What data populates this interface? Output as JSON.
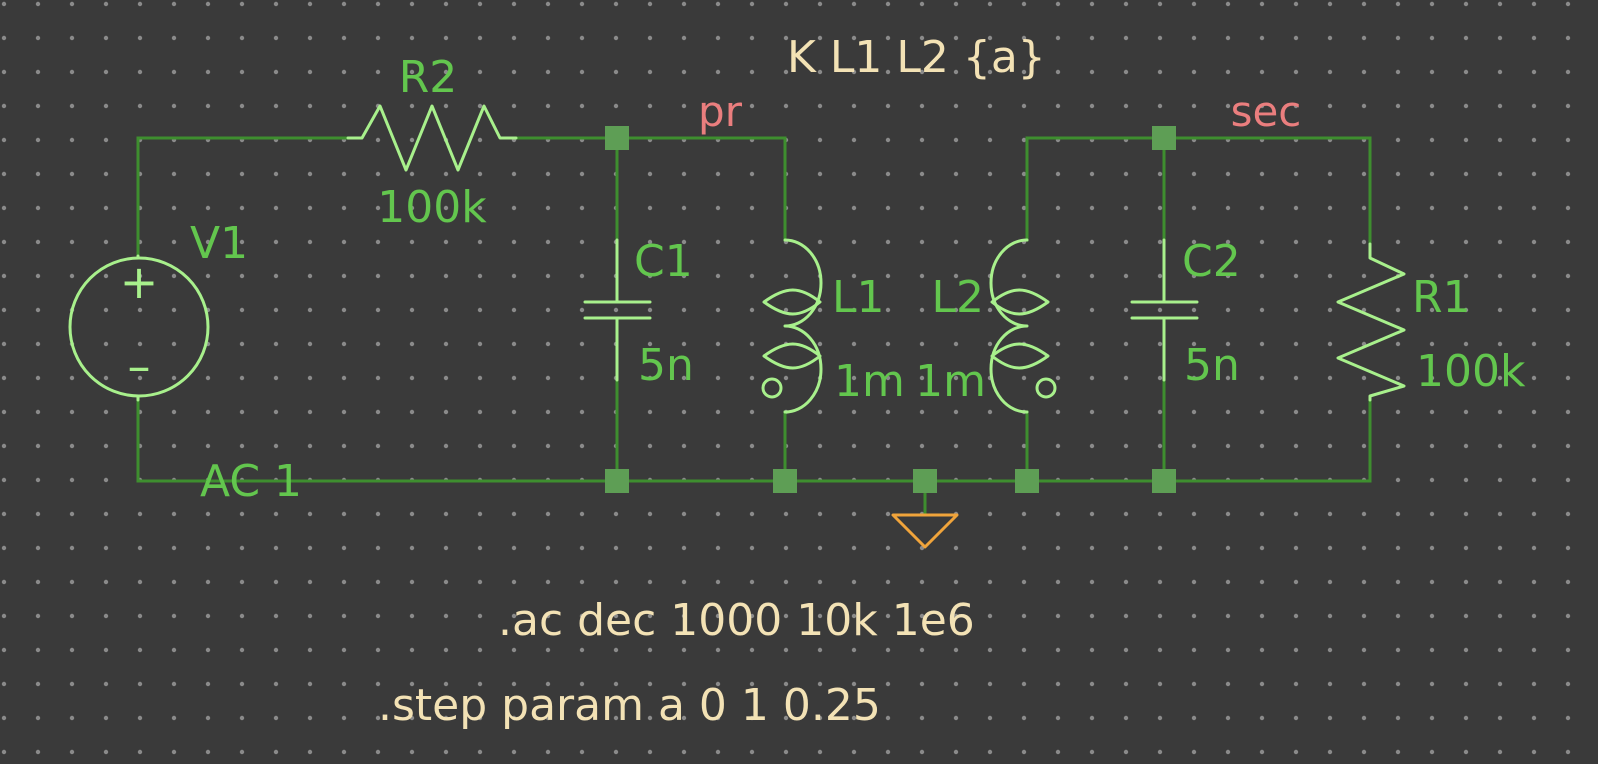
{
  "colors": {
    "background": "#3a3a3a",
    "grid_dot": "#8a8a8a",
    "wire": "#3e8e2f",
    "junction": "#5e9e55",
    "component": "#a8f08c",
    "component_text": "#63c64e",
    "net_label": "#ea7e7e",
    "ground": "#f0a43b",
    "directive_text": "#f3e2b5"
  },
  "components": {
    "v1": {
      "name": "V1",
      "value": "AC 1",
      "plus_sign": "+",
      "minus_sign": "–"
    },
    "r2": {
      "name": "R2",
      "value": "100k"
    },
    "c1": {
      "name": "C1",
      "value": "5n"
    },
    "l1": {
      "name": "L1",
      "value": "1m"
    },
    "l2": {
      "name": "L2",
      "value": "1m"
    },
    "c2": {
      "name": "C2",
      "value": "5n"
    },
    "r1": {
      "name": "R1",
      "value": "100k"
    }
  },
  "nets": {
    "primary": "pr",
    "secondary": "sec"
  },
  "directives": {
    "coupling": "K L1 L2 {a}",
    "analysis": ".ac dec 1000 10k 1e6",
    "step": ".step param a 0 1 0.25"
  }
}
